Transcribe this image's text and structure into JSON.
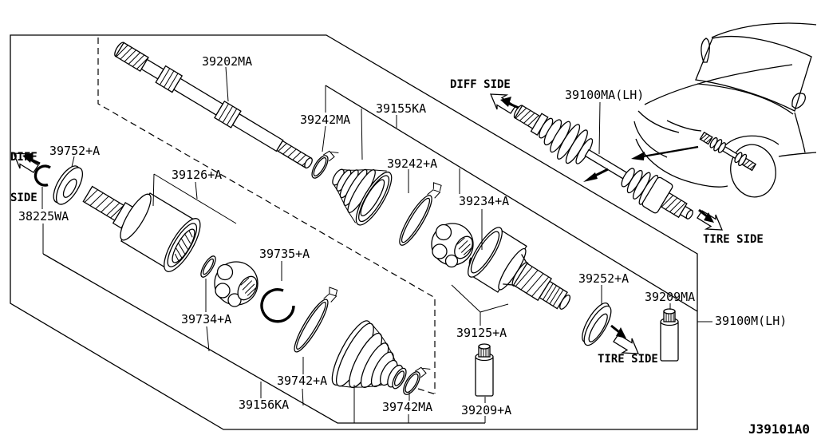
{
  "code": "J39101A0",
  "colors": {
    "background": "#ffffff",
    "line": "#000000"
  },
  "directions": {
    "diff_left1": "DIFF",
    "diff_left2": "SIDE",
    "diff_top": "DIFF SIDE",
    "tire_bottom": "TIRE SIDE",
    "tire_right": "TIRE SIDE"
  },
  "parts": [
    "39202MA",
    "39242MA",
    "39155KA",
    "39242+A",
    "39234+A",
    "39100MA(LH)",
    "39752+A",
    "38225WA",
    "39126+A",
    "39735+A",
    "39734+A",
    "39742+A",
    "39156KA",
    "39742MA",
    "39209+A",
    "39125+A",
    "39252+A",
    "39209MA",
    "39100M(LH)"
  ]
}
